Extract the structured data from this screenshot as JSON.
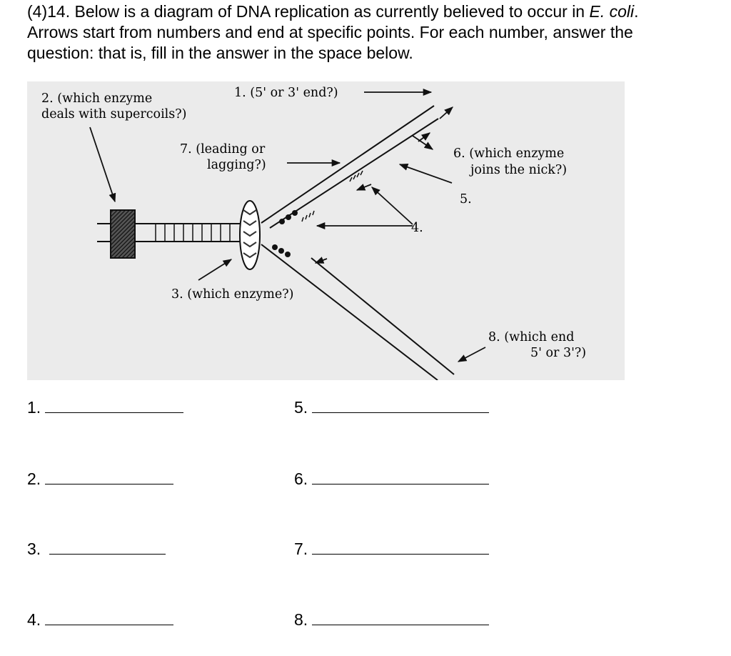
{
  "question": {
    "line1_prefix": "(4)14.   Below is a diagram of DNA replication as currently believed to occur in ",
    "line1_italic": "E. coli",
    "line1_suffix": ".",
    "line2": "Arrows start from numbers and end at specific points.  For each number, answer the",
    "line3": "question: that is, fill in the answer in the space below."
  },
  "diagram": {
    "label_2a": "2. (which enzyme",
    "label_2b": "deals with supercoils?)",
    "label_1": "1. (5' or 3' end?)",
    "label_7a": "7. (leading or",
    "label_7b": "lagging?)",
    "label_6a": "6. (which enzyme",
    "label_6b": "joins the nick?)",
    "label_5": "5.",
    "label_4": "4.",
    "label_3": "3. (which enzyme?)",
    "label_8a": "8.  (which end",
    "label_8b": "5' or 3'?)"
  },
  "answers": [
    {
      "num": "1."
    },
    {
      "num": "2."
    },
    {
      "num": "3."
    },
    {
      "num": "4."
    },
    {
      "num": "5."
    },
    {
      "num": "6."
    },
    {
      "num": "7."
    },
    {
      "num": "8."
    }
  ]
}
